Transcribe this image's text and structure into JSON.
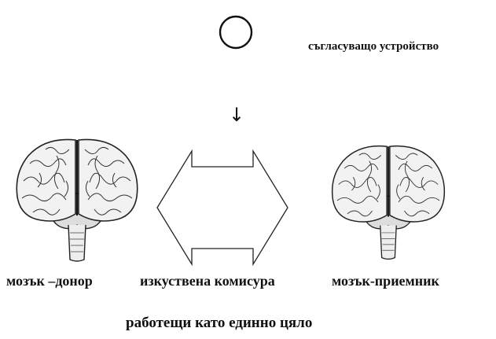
{
  "labels": {
    "device": "съгласуващо устройство",
    "donor": "мозък –донор",
    "commissure": "изкуствена комисура",
    "recipient": "мозък-приемник",
    "unit": "работещи като единно цяло"
  },
  "arrow_glyph": "↓",
  "icons": {
    "device": "circle-icon",
    "arrow": "down-arrow-icon",
    "connector": "double-headed-arrow-icon",
    "donor_brain": "brain-icon",
    "recipient_brain": "brain-icon"
  },
  "colors": {
    "ink": "#111111",
    "background": "#ffffff"
  }
}
